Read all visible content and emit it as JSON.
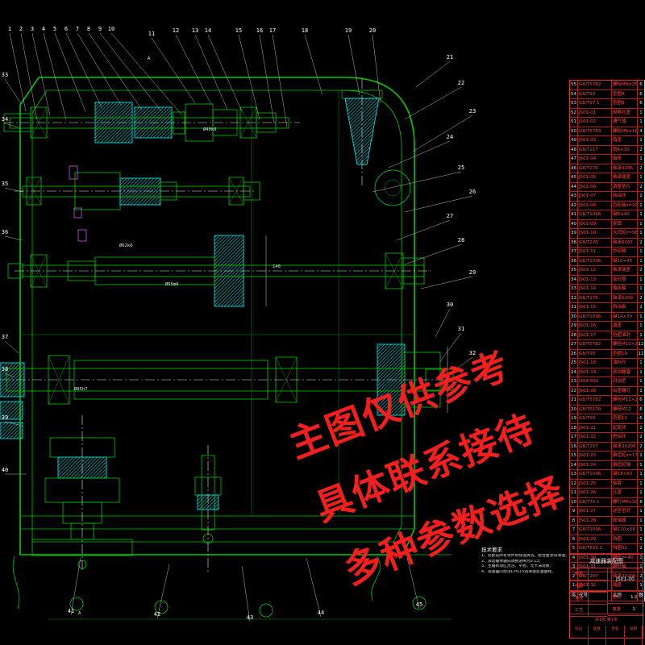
{
  "watermark": {
    "lines": [
      "主图仅供参考",
      "具体联系接待",
      "多种参数选择"
    ],
    "color": "#f21f1f"
  },
  "notes": {
    "title": "技术要求",
    "lines": [
      "1、装配前所有零件用煤油清洗，配合面涂润滑油；",
      "2、滚动轴承轴向调整游隙为0.13；",
      "3、主轴转动应灵活、平稳，无卡滞现象；",
      "4、减速器内加注L-HL15润滑油至油面线。"
    ]
  },
  "bom": {
    "headers": [
      "序",
      "代号",
      "名称",
      "数"
    ],
    "rows": [
      [
        "55",
        "GB/T5782",
        "螺栓M8×25",
        "6"
      ],
      [
        "54",
        "GB/T93",
        "垫圈8",
        "6"
      ],
      [
        "53",
        "GB/T97.1",
        "垫圈8",
        "6"
      ],
      [
        "52",
        "JS01-01",
        "观察孔盖",
        "1"
      ],
      [
        "51",
        "JS01-02",
        "通气器",
        "1"
      ],
      [
        "50",
        "GB/T5783",
        "螺栓M6×16",
        "4"
      ],
      [
        "49",
        "JS01-03",
        "箱盖",
        "1"
      ],
      [
        "48",
        "GB/T117",
        "销6×30",
        "2"
      ],
      [
        "47",
        "JS01-04",
        "箱体",
        "1"
      ],
      [
        "46",
        "GB/T276",
        "轴承6206",
        "2"
      ],
      [
        "45",
        "JS01-05",
        "轴承端盖",
        "1"
      ],
      [
        "44",
        "JS01-06",
        "调整垫片",
        "2"
      ],
      [
        "43",
        "JS01-07",
        "挡油环",
        "2"
      ],
      [
        "42",
        "JS01-08",
        "齿轮轴z=20",
        "1"
      ],
      [
        "41",
        "GB/T1096",
        "键8×40",
        "1"
      ],
      [
        "40",
        "JS01-09",
        "套筒",
        "1"
      ],
      [
        "39",
        "JS01-10",
        "大齿轮z=58",
        "1"
      ],
      [
        "38",
        "GB/T276",
        "轴承6207",
        "2"
      ],
      [
        "37",
        "JS01-11",
        "中间轴",
        "1"
      ],
      [
        "36",
        "GB/T1096",
        "键10×45",
        "1"
      ],
      [
        "35",
        "JS01-12",
        "轴承端盖",
        "2"
      ],
      [
        "34",
        "JS01-13",
        "密封圈",
        "1"
      ],
      [
        "33",
        "JS01-14",
        "输出轴",
        "1"
      ],
      [
        "32",
        "GB/T276",
        "轴承6209",
        "2"
      ],
      [
        "31",
        "JS01-15",
        "挡油板",
        "2"
      ],
      [
        "30",
        "GB/T1096",
        "键14×70",
        "1"
      ],
      [
        "29",
        "JS01-16",
        "端盖",
        "1"
      ],
      [
        "28",
        "JS01-17",
        "毡圈油封",
        "1"
      ],
      [
        "27",
        "GB/T5782",
        "螺栓M10×35",
        "12"
      ],
      [
        "26",
        "GB/T93",
        "垫圈10",
        "12"
      ],
      [
        "25",
        "JS01-18",
        "油标尺",
        "1"
      ],
      [
        "24",
        "JS01-19",
        "放油螺塞",
        "1"
      ],
      [
        "23",
        "HG4-692",
        "封油垫",
        "1"
      ],
      [
        "22",
        "JS01-20",
        "启盖螺钉",
        "1"
      ],
      [
        "21",
        "GB/T5782",
        "螺栓M12×100",
        "6"
      ],
      [
        "20",
        "GB/T6170",
        "螺母M12",
        "6"
      ],
      [
        "19",
        "GB/T93",
        "垫圈12",
        "6"
      ],
      [
        "18",
        "JS01-21",
        "定距环",
        "2"
      ],
      [
        "17",
        "JS01-22",
        "甩油环",
        "2"
      ],
      [
        "16",
        "GB/T297",
        "轴承30206",
        "2"
      ],
      [
        "15",
        "JS01-23",
        "锥齿轮z=17",
        "1"
      ],
      [
        "14",
        "JS01-24",
        "锥齿轮轴",
        "1"
      ],
      [
        "13",
        "GB/T1096",
        "键C8×50",
        "1"
      ],
      [
        "12",
        "JS01-25",
        "轴套",
        "1"
      ],
      [
        "11",
        "JS01-26",
        "压盖",
        "1"
      ],
      [
        "10",
        "GB/T70.1",
        "螺钉M6×20",
        "8"
      ],
      [
        "9",
        "JS01-27",
        "迷宫密封",
        "1"
      ],
      [
        "8",
        "JS01-28",
        "联轴器",
        "1"
      ],
      [
        "7",
        "GB/T1096",
        "键C10×56",
        "1"
      ],
      [
        "6",
        "JS01-29",
        "挡圈",
        "1"
      ],
      [
        "5",
        "GB/T893.1",
        "挡圈52",
        "2"
      ],
      [
        "4",
        "JS01-30",
        "蜗轮z=40",
        "1"
      ],
      [
        "3",
        "JS01-31",
        "蜗杆轴",
        "1"
      ],
      [
        "2",
        "GB/T297",
        "轴承30208",
        "2"
      ],
      [
        "1",
        "JS01-32",
        "端盖",
        "1"
      ]
    ]
  },
  "titleblock": {
    "title": "减速器装配图",
    "drawing_no": "JS01-00",
    "rows": [
      "制图",
      "描图",
      "审核",
      "工艺"
    ],
    "scale_label": "比例",
    "scale": "1:2",
    "qty_label": "数量",
    "qty": "1",
    "sheet": "共1张 第1张",
    "bottom_cells": [
      "标记",
      "处数",
      "签名",
      "日期"
    ]
  },
  "callouts": [
    [
      12,
      38,
      32,
      138,
      "1"
    ],
    [
      26,
      38,
      46,
      148,
      "2"
    ],
    [
      40,
      38,
      62,
      143,
      "3"
    ],
    [
      54,
      38,
      82,
      148,
      "4"
    ],
    [
      68,
      38,
      106,
      138,
      "5"
    ],
    [
      82,
      38,
      126,
      133,
      "6"
    ],
    [
      96,
      38,
      150,
      130,
      "7"
    ],
    [
      110,
      38,
      176,
      136,
      "8"
    ],
    [
      124,
      38,
      200,
      138,
      "9"
    ],
    [
      138,
      38,
      226,
      143,
      "10"
    ],
    [
      188,
      44,
      242,
      128,
      "11"
    ],
    [
      218,
      40,
      262,
      130,
      "12"
    ],
    [
      242,
      40,
      282,
      136,
      "13"
    ],
    [
      258,
      40,
      300,
      138,
      "14"
    ],
    [
      296,
      40,
      322,
      148,
      "15"
    ],
    [
      322,
      40,
      340,
      153,
      "16"
    ],
    [
      338,
      40,
      356,
      158,
      "17"
    ],
    [
      378,
      40,
      400,
      118,
      "18"
    ],
    [
      432,
      40,
      446,
      118,
      "19"
    ],
    [
      462,
      40,
      472,
      128,
      "20"
    ],
    [
      558,
      73,
      516,
      108,
      "21"
    ],
    [
      572,
      105,
      502,
      148,
      "22"
    ],
    [
      586,
      140,
      512,
      188,
      "23"
    ],
    [
      558,
      172,
      482,
      208,
      "24"
    ],
    [
      572,
      210,
      462,
      238,
      "25"
    ],
    [
      586,
      240,
      502,
      263,
      "26"
    ],
    [
      558,
      270,
      492,
      298,
      "27"
    ],
    [
      572,
      300,
      502,
      328,
      "28"
    ],
    [
      586,
      340,
      522,
      358,
      "29"
    ],
    [
      558,
      380,
      540,
      418,
      "30"
    ],
    [
      572,
      410,
      546,
      448,
      "31"
    ],
    [
      586,
      440,
      552,
      468,
      "32"
    ],
    [
      6,
      95,
      26,
      128,
      "33"
    ],
    [
      6,
      150,
      23,
      158,
      "34"
    ],
    [
      6,
      230,
      28,
      238,
      "35"
    ],
    [
      6,
      290,
      28,
      298,
      "36"
    ],
    [
      6,
      420,
      23,
      438,
      "37"
    ],
    [
      6,
      460,
      18,
      468,
      "38"
    ],
    [
      6,
      520,
      28,
      528,
      "39"
    ],
    [
      6,
      585,
      33,
      588,
      "40"
    ],
    [
      88,
      760,
      100,
      692,
      "41"
    ],
    [
      195,
      764,
      210,
      700,
      "42"
    ],
    [
      310,
      768,
      300,
      702,
      "43"
    ],
    [
      398,
      762,
      380,
      692,
      "44"
    ],
    [
      520,
      752,
      505,
      692,
      "45"
    ]
  ],
  "dims": [
    [
      148,
      306,
      "Ø62k6"
    ],
    [
      205,
      354,
      "Ø55m6"
    ],
    [
      92,
      484,
      "Ø85h7"
    ],
    [
      338,
      332,
      "140"
    ],
    [
      252,
      162,
      "Ø40k6"
    ],
    [
      183,
      74,
      "A"
    ],
    [
      97,
      762,
      "A"
    ]
  ]
}
